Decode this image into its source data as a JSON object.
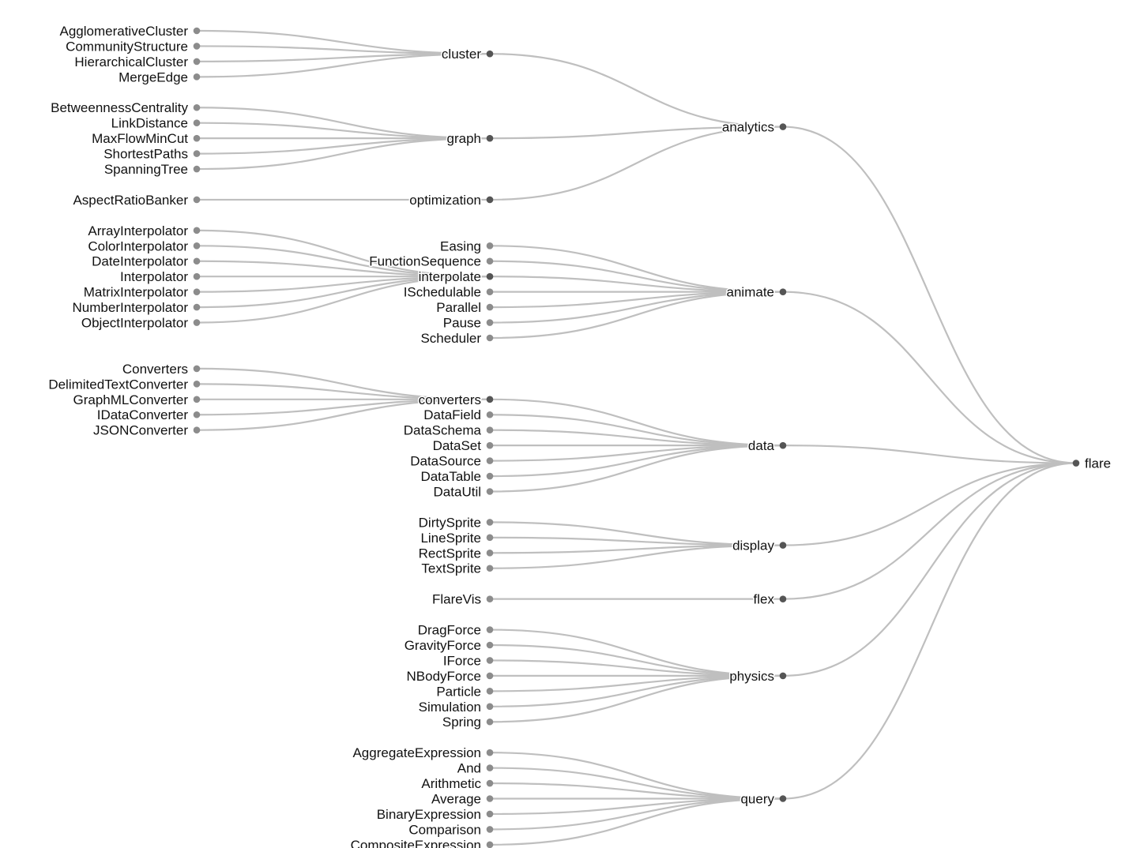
{
  "tree": {
    "name": "flare",
    "children": [
      {
        "name": "analytics",
        "children": [
          {
            "name": "cluster",
            "children": [
              {
                "name": "AgglomerativeCluster"
              },
              {
                "name": "CommunityStructure"
              },
              {
                "name": "HierarchicalCluster"
              },
              {
                "name": "MergeEdge"
              }
            ]
          },
          {
            "name": "graph",
            "children": [
              {
                "name": "BetweennessCentrality"
              },
              {
                "name": "LinkDistance"
              },
              {
                "name": "MaxFlowMinCut"
              },
              {
                "name": "ShortestPaths"
              },
              {
                "name": "SpanningTree"
              }
            ]
          },
          {
            "name": "optimization",
            "children": [
              {
                "name": "AspectRatioBanker"
              }
            ]
          }
        ]
      },
      {
        "name": "animate",
        "children": [
          {
            "name": "Easing"
          },
          {
            "name": "FunctionSequence"
          },
          {
            "name": "interpolate",
            "children": [
              {
                "name": "ArrayInterpolator"
              },
              {
                "name": "ColorInterpolator"
              },
              {
                "name": "DateInterpolator"
              },
              {
                "name": "Interpolator"
              },
              {
                "name": "MatrixInterpolator"
              },
              {
                "name": "NumberInterpolator"
              },
              {
                "name": "ObjectInterpolator"
              }
            ]
          },
          {
            "name": "ISchedulable"
          },
          {
            "name": "Parallel"
          },
          {
            "name": "Pause"
          },
          {
            "name": "Scheduler"
          }
        ]
      },
      {
        "name": "data",
        "children": [
          {
            "name": "converters",
            "children": [
              {
                "name": "Converters"
              },
              {
                "name": "DelimitedTextConverter"
              },
              {
                "name": "GraphMLConverter"
              },
              {
                "name": "IDataConverter"
              },
              {
                "name": "JSONConverter"
              }
            ]
          },
          {
            "name": "DataField"
          },
          {
            "name": "DataSchema"
          },
          {
            "name": "DataSet"
          },
          {
            "name": "DataSource"
          },
          {
            "name": "DataTable"
          },
          {
            "name": "DataUtil"
          }
        ]
      },
      {
        "name": "display",
        "children": [
          {
            "name": "DirtySprite"
          },
          {
            "name": "LineSprite"
          },
          {
            "name": "RectSprite"
          },
          {
            "name": "TextSprite"
          }
        ]
      },
      {
        "name": "flex",
        "children": [
          {
            "name": "FlareVis"
          }
        ]
      },
      {
        "name": "physics",
        "children": [
          {
            "name": "DragForce"
          },
          {
            "name": "GravityForce"
          },
          {
            "name": "IForce"
          },
          {
            "name": "NBodyForce"
          },
          {
            "name": "Particle"
          },
          {
            "name": "Simulation"
          },
          {
            "name": "Spring"
          }
        ]
      },
      {
        "name": "query",
        "children": [
          {
            "name": "AggregateExpression"
          },
          {
            "name": "And"
          },
          {
            "name": "Arithmetic"
          },
          {
            "name": "Average"
          },
          {
            "name": "BinaryExpression"
          },
          {
            "name": "Comparison"
          },
          {
            "name": "CompositeExpression"
          }
        ]
      }
    ]
  },
  "colors": {
    "link": "#bfbfbf",
    "leaf_node": "#8c8c8c",
    "internal_node": "#555555",
    "label": "#111111"
  }
}
